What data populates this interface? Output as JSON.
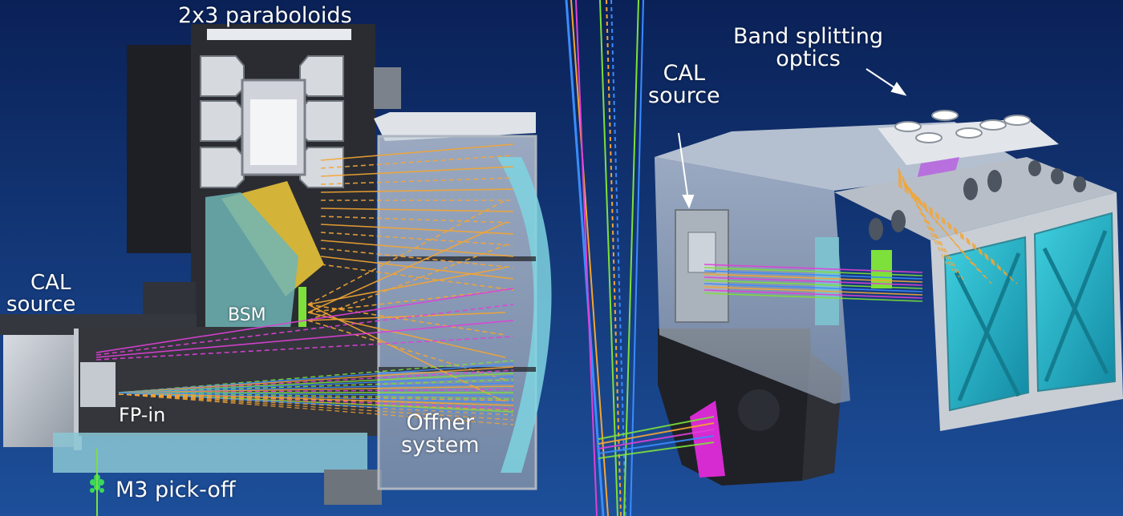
{
  "colors": {
    "background_dark": "#0b2258",
    "background_light": "#1d4f9a",
    "cyan_panel": "#1fb4c8",
    "ray_orange": "#f4a533",
    "ray_magenta": "#e040d8",
    "ray_green": "#7ee03a",
    "ray_blue": "#3a8cff",
    "housing_grey": "#9aa0a8",
    "housing_dark": "#2b2d33",
    "label_white": "#ffffff",
    "label_navy": "#1a2f6b"
  },
  "left_view": {
    "labels": {
      "paraboloids": "2x3 paraboloids",
      "cal_source_line1": "CAL",
      "cal_source_line2": "source",
      "bsm": "BSM",
      "fp_in": "FP-in",
      "offner_line1": "Offner",
      "offner_line2": "system",
      "m3_pickoff": "M3 pick-off"
    }
  },
  "right_view": {
    "labels": {
      "band_splitting_line1": "Band splitting",
      "band_splitting_line2": "optics",
      "cal_source_line1": "CAL",
      "cal_source_line2": "source"
    }
  }
}
